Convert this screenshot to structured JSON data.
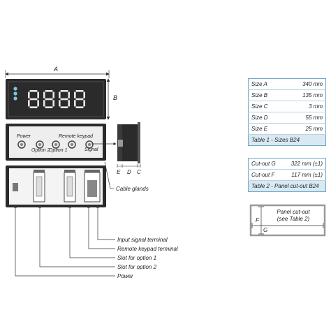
{
  "dims": {
    "width_label": "A",
    "height_label": "B",
    "side_labels": [
      "E",
      "D",
      "C"
    ]
  },
  "front_panel": {
    "labels": {
      "power": "Power",
      "remote_keypad": "Remote keypad",
      "option2": "Option 2",
      "option1": "Option 1",
      "signal": "Signal"
    }
  },
  "callouts": {
    "cable_glands": "Cable glands",
    "input_signal_terminal": "Input signal terminal",
    "remote_keypad_terminal": "Remote keypad terminal",
    "slot_option1": "Slot for option 1",
    "slot_option2": "Slot for option 2",
    "power": "Power"
  },
  "table1": {
    "rows": [
      {
        "label": "Size A",
        "value": "340 mm"
      },
      {
        "label": "Size B",
        "value": "135 mm"
      },
      {
        "label": "Size C",
        "value": "3 mm"
      },
      {
        "label": "Size D",
        "value": "55 mm"
      },
      {
        "label": "Size E",
        "value": "25 mm"
      }
    ],
    "caption": "Table 1 - Sizes B24"
  },
  "table2": {
    "rows": [
      {
        "label": "Cut-out G",
        "value": "322 mm (±1)"
      },
      {
        "label": "Cut-out F",
        "value": "117 mm (±1)"
      }
    ],
    "caption": "Table 2 - Panel cut-out B24"
  },
  "cutout": {
    "title_line1": "Panel cut-out",
    "title_line2": "(see Table 2)",
    "f_label": "F",
    "g_label": "G"
  },
  "colors": {
    "panel": "#2b2b2b",
    "accent": "#6fa8c8",
    "led": "#7fc4dd"
  }
}
